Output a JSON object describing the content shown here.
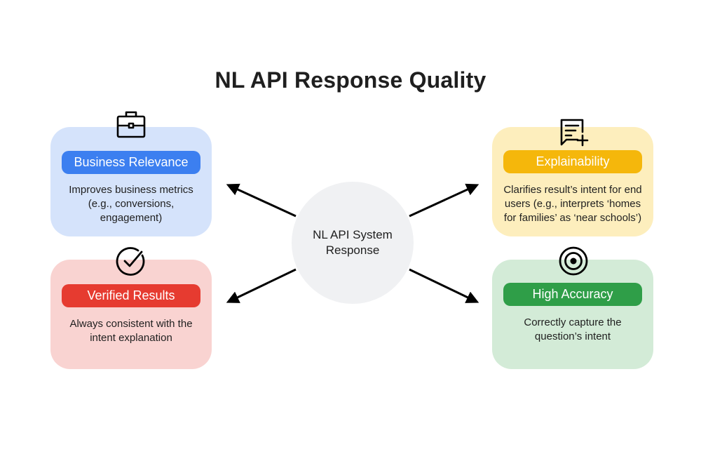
{
  "title": "NL API Response Quality",
  "center": {
    "line1": "NL API System",
    "line2": "Response"
  },
  "cards": {
    "business": {
      "label": "Business Relevance",
      "desc_lines": [
        "Improves business metrics",
        "(e.g., conversions,",
        "engagement)"
      ],
      "icon": "briefcase-icon",
      "color": "#3c7ff0",
      "background": "#d5e3fb"
    },
    "verified": {
      "label": "Verified Results",
      "desc_lines": [
        "Always consistent with the",
        "intent explanation"
      ],
      "icon": "check-circle-icon",
      "color": "#e63b30",
      "background": "#f9d3d1"
    },
    "explainability": {
      "label": "Explainability",
      "desc_lines": [
        "Clarifies result’s intent for end",
        "users (e.g., interprets ‘homes",
        "for families’ as ‘near schools’)"
      ],
      "icon": "note-add-icon",
      "color": "#f5b70b",
      "background": "#fdeebd"
    },
    "accuracy": {
      "label": "High Accuracy",
      "desc_lines": [
        "Correctly capture the",
        "question’s intent"
      ],
      "icon": "target-icon",
      "color": "#2f9e48",
      "background": "#d3ebd7"
    }
  }
}
